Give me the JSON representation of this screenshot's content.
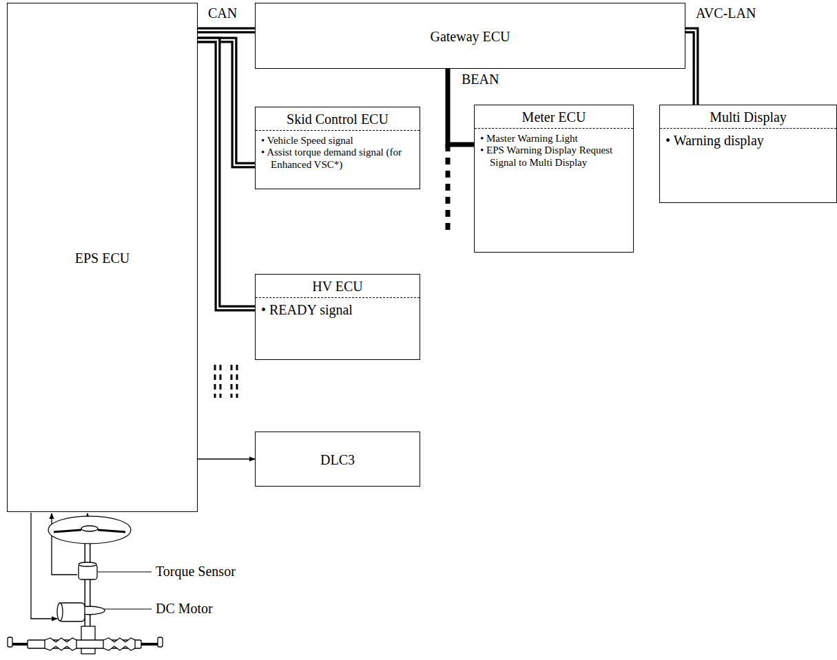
{
  "diagram": {
    "nodes": [
      {
        "text": [
          "EPS ECU"
        ]
      },
      {
        "text": [
          "Gateway ECU"
        ]
      },
      {
        "text": [
          "Skid Control ECU",
          "• Vehicle Speed signal",
          "• Assist torque demand signal (for Enhanced VSC*)"
        ]
      },
      {
        "text": [
          "Meter ECU",
          "• Master Warning Light",
          "• EPS Warning Display Request Signal to Multi Display"
        ]
      },
      {
        "text": [
          "Multi Display",
          "• Warning display"
        ]
      },
      {
        "text": [
          "HV ECU",
          "• READY signal"
        ]
      },
      {
        "text": [
          "DLC3"
        ]
      }
    ],
    "edges": [
      {
        "from": 0,
        "to": 1,
        "arrow": "none"
      },
      {
        "from": 0,
        "to": 2,
        "arrow": "none"
      },
      {
        "from": 0,
        "to": 5,
        "arrow": "none"
      },
      {
        "from": 1,
        "to": 3,
        "arrow": "none"
      },
      {
        "from": 1,
        "to": 4,
        "arrow": "none"
      },
      {
        "from": 0,
        "to": 6,
        "arrow": "to"
      }
    ],
    "labels": [
      "CAN",
      "AVC-LAN",
      "BEAN",
      "Torque Sensor",
      "DC Motor"
    ]
  }
}
